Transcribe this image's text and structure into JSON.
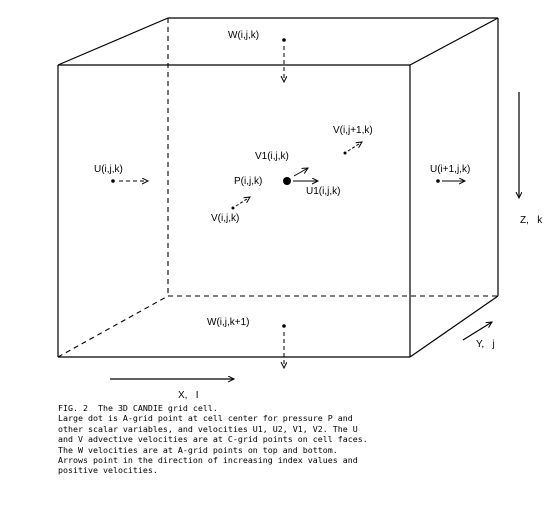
{
  "figure": {
    "labels": {
      "w_top": "W(i,j,k)",
      "w_bottom": "W(i,j,k+1)",
      "u_left": "U(i,j,k)",
      "u_right": "U(i+1,j,k)",
      "v_back": "V(i,j+1,k)",
      "v1": "V1(i,j,k)",
      "p": "P(i,j,k)",
      "u1": "U1(i,j,k)",
      "v_front": "V(i,j,k)",
      "z_axis": "Z,   k",
      "y_axis": "Y,   j",
      "x_axis": "X,   I"
    }
  },
  "caption": {
    "title": "FIG. 2  The 3D CANDIE grid cell.",
    "lines": [
      "Large dot is A-grid point at cell center for pressure P and",
      "other scalar variables, and velocities U1, U2, V1, V2. The U",
      "and V advective velocities are at C-grid points on cell faces.",
      "The W velocities are at A-grid points on top and bottom.",
      "Arrows point in the direction of increasing index values and",
      "positive velocities."
    ]
  }
}
